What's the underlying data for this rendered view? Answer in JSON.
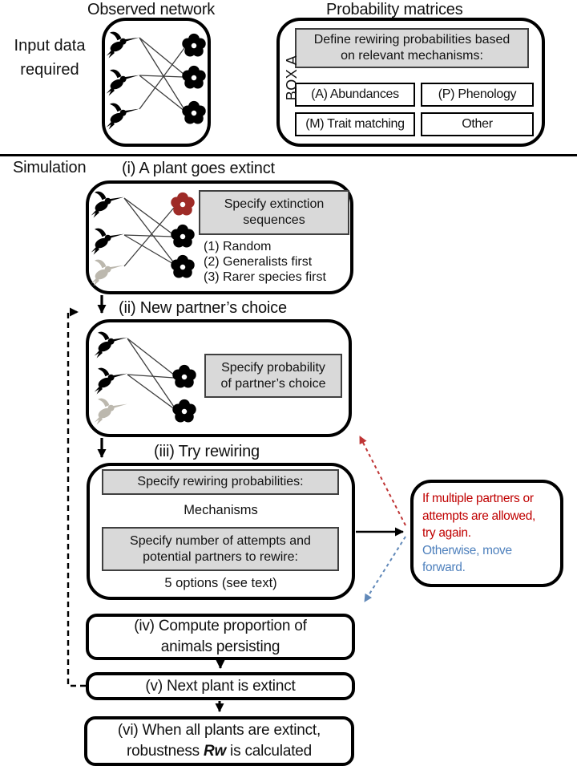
{
  "colors": {
    "panel_gray": "#d9d9d9",
    "extinct_flower_red": "#9e2b27",
    "ghost_bird_gray": "#bcb8ae",
    "warning_text_red": "#c00000",
    "forward_text_blue": "#4f81bd",
    "red_arrow": "#bf3535",
    "blue_arrow": "#6189b9"
  },
  "input_section": {
    "side_label": "Input data required",
    "network_title": "Observed network",
    "matrices_title": "Probability matrices",
    "box_a_tag": "BOX A",
    "define_line1": "Define rewiring probabilities based",
    "define_line2": "on relevant mechanisms:",
    "mechanisms": [
      "(A) Abundances",
      "(P) Phenology",
      "(M) Trait matching",
      "Other"
    ]
  },
  "simulation": {
    "section_label": "Simulation",
    "step1": {
      "title": "(i) A plant goes extinct",
      "panel_line1": "Specify extinction",
      "panel_line2": "sequences",
      "options": [
        "(1) Random",
        "(2) Generalists first",
        "(3) Rarer species first"
      ]
    },
    "step2": {
      "title": "(ii) New partner’s choice",
      "panel_line1": "Specify probability",
      "panel_line2": "of partner’s choice"
    },
    "step3": {
      "title": "(iii) Try rewiring",
      "panel1": "Specify rewiring probabilities:",
      "mechanisms_note": "Mechanisms",
      "panel2_line1": "Specify number of attempts and",
      "panel2_line2": "potential partners to rewire:",
      "options_note": "5 options (see text)"
    },
    "step4": {
      "line1": "(iv) Compute proportion of",
      "line2": "animals persisting"
    },
    "step5": {
      "title": "(v) Next plant is extinct"
    },
    "step6": {
      "line1": "(vi) When all plants are extinct,",
      "line2_pre": "robustness",
      "line2_emph": "Rw",
      "line2_post": "is calculated"
    }
  },
  "decision_note": {
    "red_lines": [
      "If multiple partners or",
      "attempts are allowed,",
      "try again."
    ],
    "blue_lines": [
      "Otherwise, move",
      "forward."
    ]
  }
}
